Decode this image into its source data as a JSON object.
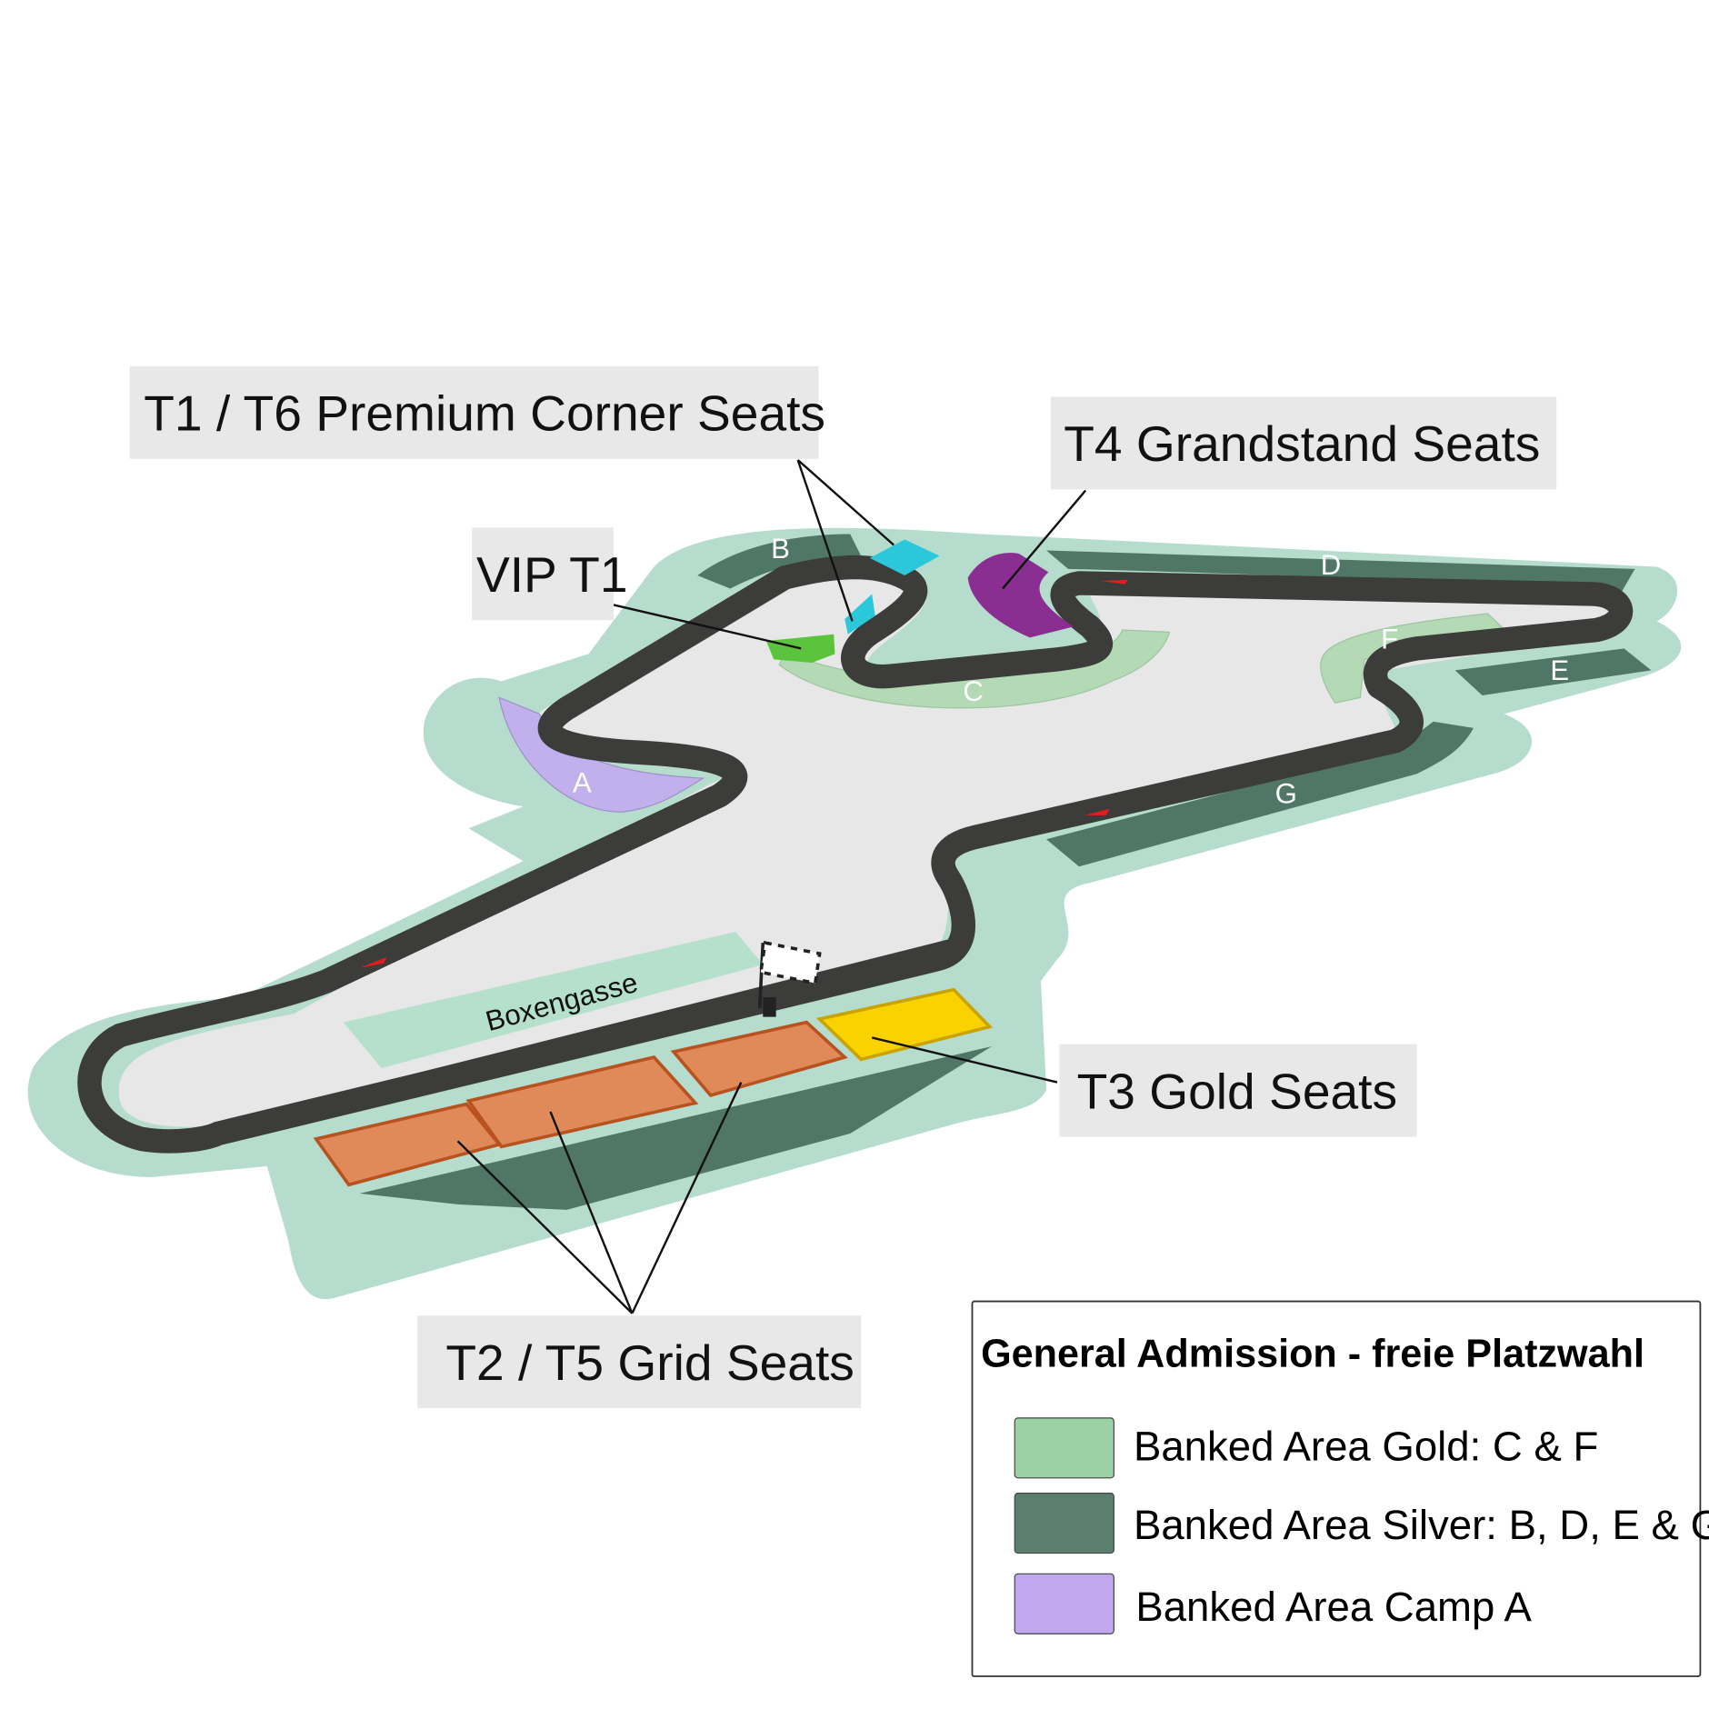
{
  "callouts": {
    "premium_corner": "T1 / T6 Premium Corner Seats",
    "grandstand": "T4 Grandstand Seats",
    "vip": "VIP T1",
    "gold": "T3 Gold Seats",
    "grid": "T2 / T5 Grid Seats"
  },
  "zones": {
    "a": "A",
    "b": "B",
    "c": "C",
    "d": "D",
    "e": "E",
    "f": "F",
    "g": "G"
  },
  "pit_lane": "Boxengasse",
  "legend": {
    "title": "General Admission - freie Platzwahl",
    "items": [
      {
        "label": "Banked Area Gold: C & F",
        "color": "#9dd1a5"
      },
      {
        "label": "Banked Area Silver: B, D, E & G",
        "color": "#5b7f6e"
      },
      {
        "label": "Banked Area Camp A",
        "color": "#c1a8ee"
      }
    ]
  },
  "colors": {
    "ground": "#b5dccd",
    "infield": "#e6e7e6",
    "track": "#3c3c3a",
    "silver": "#4f7666",
    "gold_bank": "#b3dab4",
    "camp": "#c1b0ec",
    "premium": "#2bc8dc",
    "grandstand": "#8b2e91",
    "vip": "#5cc43c",
    "gold_seats": "#f9d200",
    "grid_seats": "#e08a5a",
    "label_bg": "#e8e8e8"
  }
}
